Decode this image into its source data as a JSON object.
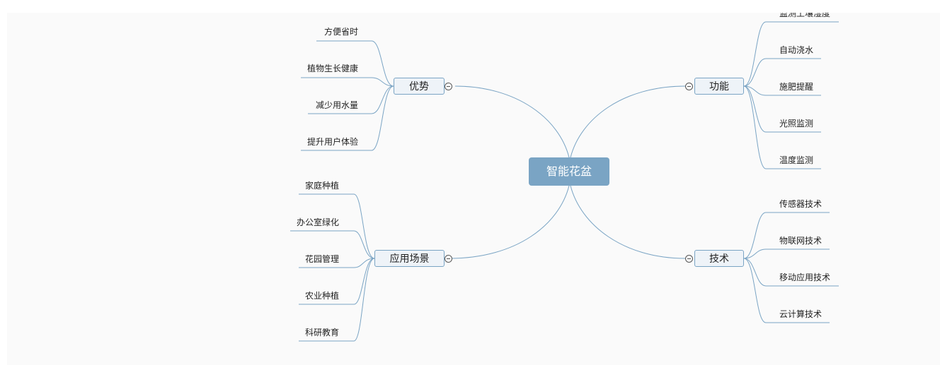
{
  "mindmap": {
    "root": "智能花盆",
    "colors": {
      "line": "#7aa4c4",
      "root_fill": "#7aa4c4",
      "branch_fill": "#eef3f8",
      "background": "#fafafa"
    },
    "branches": {
      "advantages": {
        "label": "优势",
        "items": [
          "方便省时",
          "植物生长健康",
          "减少用水量",
          "提升用户体验"
        ]
      },
      "scenarios": {
        "label": "应用场景",
        "items": [
          "家庭种植",
          "办公室绿化",
          "花园管理",
          "农业种植",
          "科研教育"
        ]
      },
      "functions": {
        "label": "功能",
        "items": [
          "监测土壤湿度",
          "自动浇水",
          "施肥提醒",
          "光照监测",
          "温度监测"
        ]
      },
      "technology": {
        "label": "技术",
        "items": [
          "传感器技术",
          "物联网技术",
          "移动应用技术",
          "云计算技术"
        ]
      }
    }
  }
}
